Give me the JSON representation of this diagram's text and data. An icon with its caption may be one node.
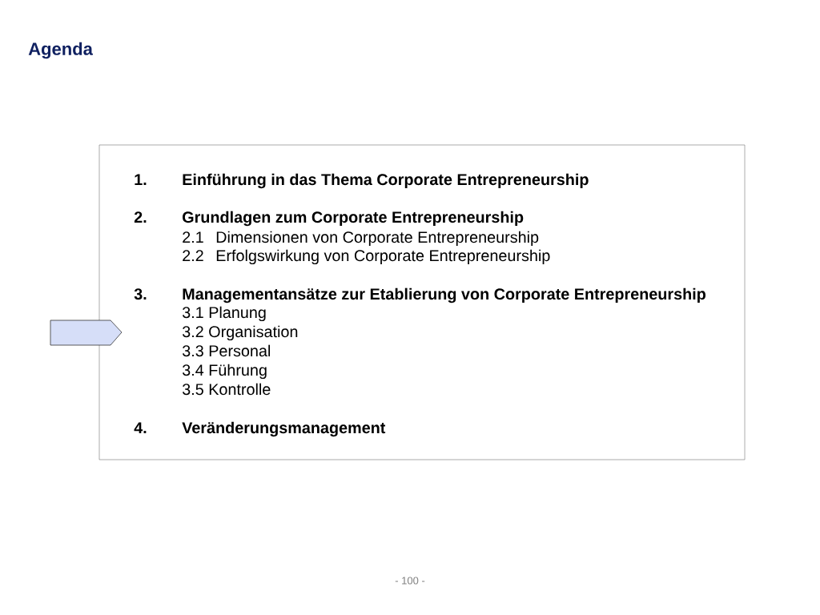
{
  "diagram": {
    "title": "Agenda",
    "nodes": [
      {
        "text": [
          "1.",
          "Einführung in das Thema Corporate Entrepreneurship",
          "2.",
          "Grundlagen zum Corporate Entrepreneurship",
          "2.1",
          "Dimensionen von Corporate Entrepreneurship",
          "2.2",
          "Erfolgswirkung von Corporate Entrepreneurship",
          "3.",
          "Managementansätze zur Etablierung von Corporate Entrepreneurship",
          "3.1 Planung",
          "3.2 Organisation",
          "3.3 Personal",
          "3.4 Führung",
          "3.5 Kontrolle",
          "4.",
          "Veränderungsmanagement"
        ]
      },
      {
        "text": [],
        "shape": "arrow"
      }
    ],
    "labels": [
      "- 100 -"
    ]
  }
}
